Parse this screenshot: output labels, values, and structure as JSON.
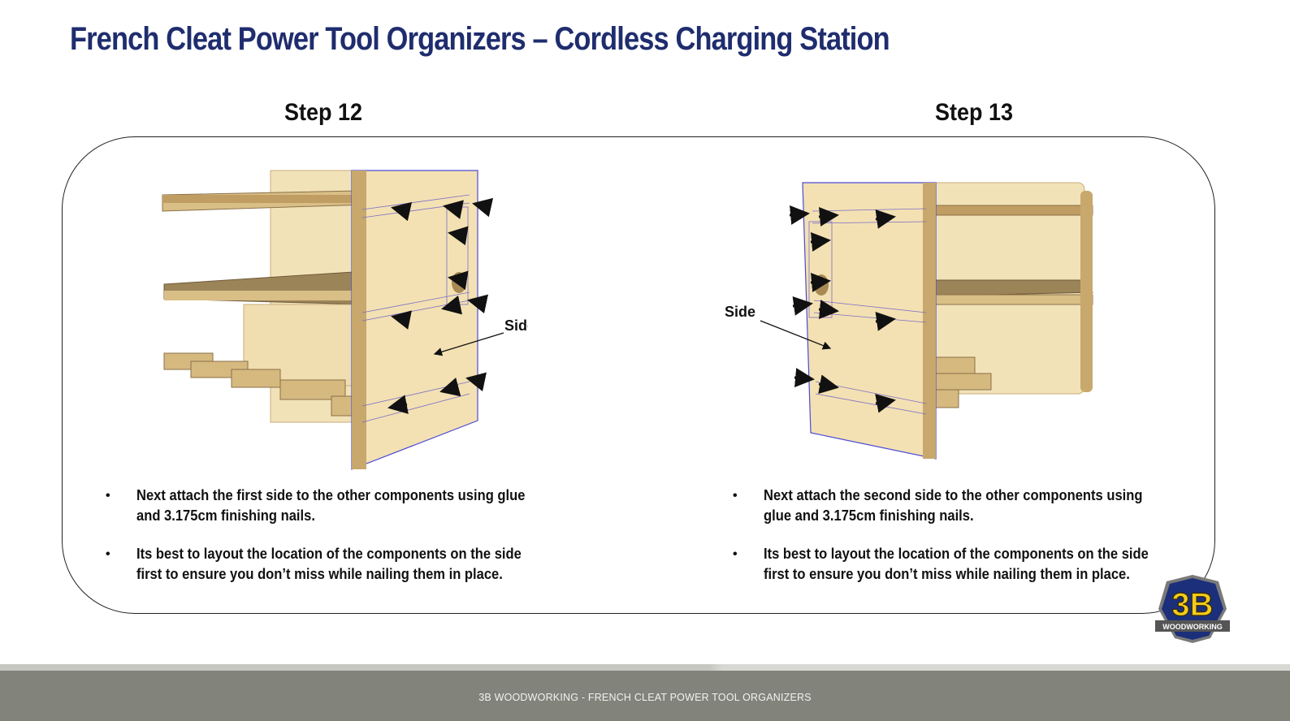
{
  "title": "French Cleat Power Tool Organizers – Cordless Charging Station",
  "steps": [
    {
      "heading": "Step 12",
      "callout": "Side",
      "bullets": [
        "Next attach the first side to the other components using glue and 3.175cm finishing nails.",
        "Its best to layout the location of the components on the side first to ensure you don’t miss while nailing them in place."
      ]
    },
    {
      "heading": "Step 13",
      "callout": "Side",
      "bullets": [
        "Next attach the second side to the other components using glue and 3.175cm finishing nails.",
        "Its best to layout the location of the components on the side first to ensure you don’t miss while nailing them in place."
      ]
    }
  ],
  "bullet_glyph": "•",
  "logo": {
    "text": "3B",
    "subtext": "WOODWORKING"
  },
  "footer": "3B WOODWORKING - FRENCH CLEAT POWER TOOL ORGANIZERS",
  "colors": {
    "title": "#1f2d6e",
    "plywood": "#efdcae",
    "plywood_edge": "#b99a62",
    "outline": "#4b4bd6",
    "footer": "#82837a"
  }
}
